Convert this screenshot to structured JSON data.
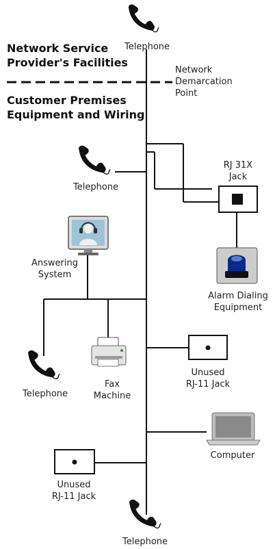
{
  "headings": {
    "provider": [
      "Network Service",
      "Provider's Facilities"
    ],
    "customer": [
      "Customer Premises",
      "Equipment and Wiring"
    ]
  },
  "demarcation": [
    "Network",
    "Demarcation",
    "Point"
  ],
  "devices": {
    "phone_top": "Telephone",
    "phone_mid": "Telephone",
    "rj31x": [
      "RJ 31X",
      "Jack"
    ],
    "answering": [
      "Answering",
      "System"
    ],
    "alarm": [
      "Alarm Dialing",
      "Equipment"
    ],
    "phone_left": "Telephone",
    "fax": [
      "Fax",
      "Machine"
    ],
    "unused_jack_right": [
      "Unused",
      "RJ-11 Jack"
    ],
    "computer": "Computer",
    "unused_jack_left": [
      "Unused",
      "RJ-11 Jack"
    ],
    "phone_bottom": "Telephone"
  },
  "icons": [
    "telephone-icon",
    "answering-system-icon",
    "fax-machine-icon",
    "alarm-beacon-icon",
    "laptop-icon",
    "jack-icon"
  ],
  "colors": {
    "line": "#111111",
    "text": "#222222",
    "alarm_light": "#0a2a8a"
  }
}
